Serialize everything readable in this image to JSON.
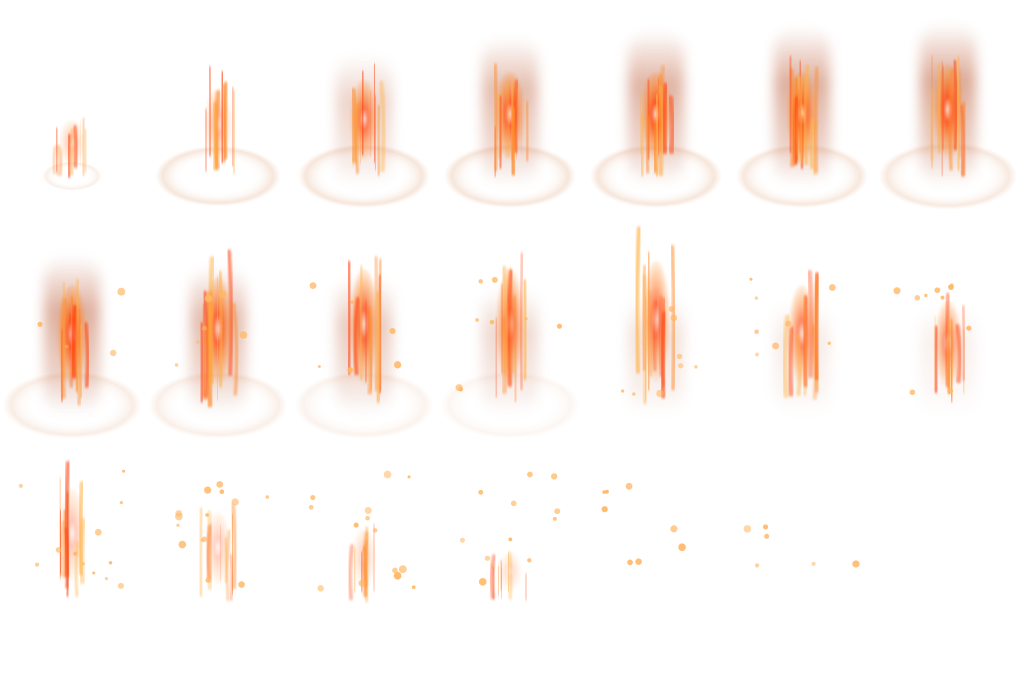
{
  "sprite_sheet": {
    "kind": "fire burst effect animation",
    "rows": 3,
    "columns": 7,
    "frame_count": 20,
    "colors": {
      "core": "#ff4a12",
      "flame": "#ff8a2a",
      "streak": "#ffb347",
      "glow": "#c8785a",
      "spark": "#ffb866",
      "ring": "#f2d7c4"
    },
    "frames": [
      {
        "index": 1,
        "column_intensity": 0.0,
        "ring_intensity": 0.45,
        "ring_size": 0.45,
        "flame_intensity": 0.55,
        "flame_height": 0.35,
        "sparks": 0
      },
      {
        "index": 2,
        "column_intensity": 0.0,
        "ring_intensity": 0.7,
        "ring_size": 0.95,
        "flame_intensity": 0.7,
        "flame_height": 0.55,
        "sparks": 0
      },
      {
        "index": 3,
        "column_intensity": 0.45,
        "ring_intensity": 0.7,
        "ring_size": 1.0,
        "flame_intensity": 0.75,
        "flame_height": 0.6,
        "sparks": 0
      },
      {
        "index": 4,
        "column_intensity": 0.7,
        "ring_intensity": 0.7,
        "ring_size": 1.0,
        "flame_intensity": 0.9,
        "flame_height": 0.65,
        "sparks": 0
      },
      {
        "index": 5,
        "column_intensity": 0.8,
        "ring_intensity": 0.7,
        "ring_size": 1.0,
        "flame_intensity": 0.95,
        "flame_height": 0.65,
        "sparks": 0
      },
      {
        "index": 6,
        "column_intensity": 0.85,
        "ring_intensity": 0.65,
        "ring_size": 1.0,
        "flame_intensity": 0.95,
        "flame_height": 0.65,
        "sparks": 0
      },
      {
        "index": 7,
        "column_intensity": 0.9,
        "ring_intensity": 0.6,
        "ring_size": 1.05,
        "flame_intensity": 0.9,
        "flame_height": 0.7,
        "sparks": 0
      },
      {
        "index": 8,
        "column_intensity": 0.85,
        "ring_intensity": 0.5,
        "ring_size": 1.05,
        "flame_intensity": 0.9,
        "flame_height": 0.75,
        "sparks": 4
      },
      {
        "index": 9,
        "column_intensity": 0.7,
        "ring_intensity": 0.45,
        "ring_size": 1.05,
        "flame_intensity": 0.85,
        "flame_height": 0.8,
        "sparks": 6
      },
      {
        "index": 10,
        "column_intensity": 0.55,
        "ring_intensity": 0.35,
        "ring_size": 1.05,
        "flame_intensity": 0.8,
        "flame_height": 0.85,
        "sparks": 6
      },
      {
        "index": 11,
        "column_intensity": 0.4,
        "ring_intensity": 0.25,
        "ring_size": 1.05,
        "flame_intensity": 0.75,
        "flame_height": 0.85,
        "sparks": 8
      },
      {
        "index": 12,
        "column_intensity": 0.3,
        "ring_intensity": 0.0,
        "ring_size": 1.0,
        "flame_intensity": 0.75,
        "flame_height": 0.9,
        "sparks": 8
      },
      {
        "index": 13,
        "column_intensity": 0.2,
        "ring_intensity": 0.0,
        "ring_size": 1.0,
        "flame_intensity": 0.7,
        "flame_height": 0.75,
        "sparks": 8
      },
      {
        "index": 14,
        "column_intensity": 0.15,
        "ring_intensity": 0.0,
        "ring_size": 1.0,
        "flame_intensity": 0.65,
        "flame_height": 0.65,
        "sparks": 10
      },
      {
        "index": 15,
        "column_intensity": 0.0,
        "ring_intensity": 0.0,
        "ring_size": 1.0,
        "flame_intensity": 0.6,
        "flame_height": 0.7,
        "sparks": 12
      },
      {
        "index": 16,
        "column_intensity": 0.0,
        "ring_intensity": 0.0,
        "ring_size": 1.0,
        "flame_intensity": 0.5,
        "flame_height": 0.55,
        "sparks": 14
      },
      {
        "index": 17,
        "column_intensity": 0.0,
        "ring_intensity": 0.0,
        "ring_size": 1.0,
        "flame_intensity": 0.45,
        "flame_height": 0.45,
        "sparks": 14
      },
      {
        "index": 18,
        "column_intensity": 0.0,
        "ring_intensity": 0.0,
        "ring_size": 1.0,
        "flame_intensity": 0.35,
        "flame_height": 0.3,
        "sparks": 12
      },
      {
        "index": 19,
        "column_intensity": 0.0,
        "ring_intensity": 0.0,
        "ring_size": 1.0,
        "flame_intensity": 0.0,
        "flame_height": 0.0,
        "sparks": 8
      },
      {
        "index": 20,
        "column_intensity": 0.0,
        "ring_intensity": 0.0,
        "ring_size": 1.0,
        "flame_intensity": 0.0,
        "flame_height": 0.0,
        "sparks": 6
      }
    ]
  }
}
